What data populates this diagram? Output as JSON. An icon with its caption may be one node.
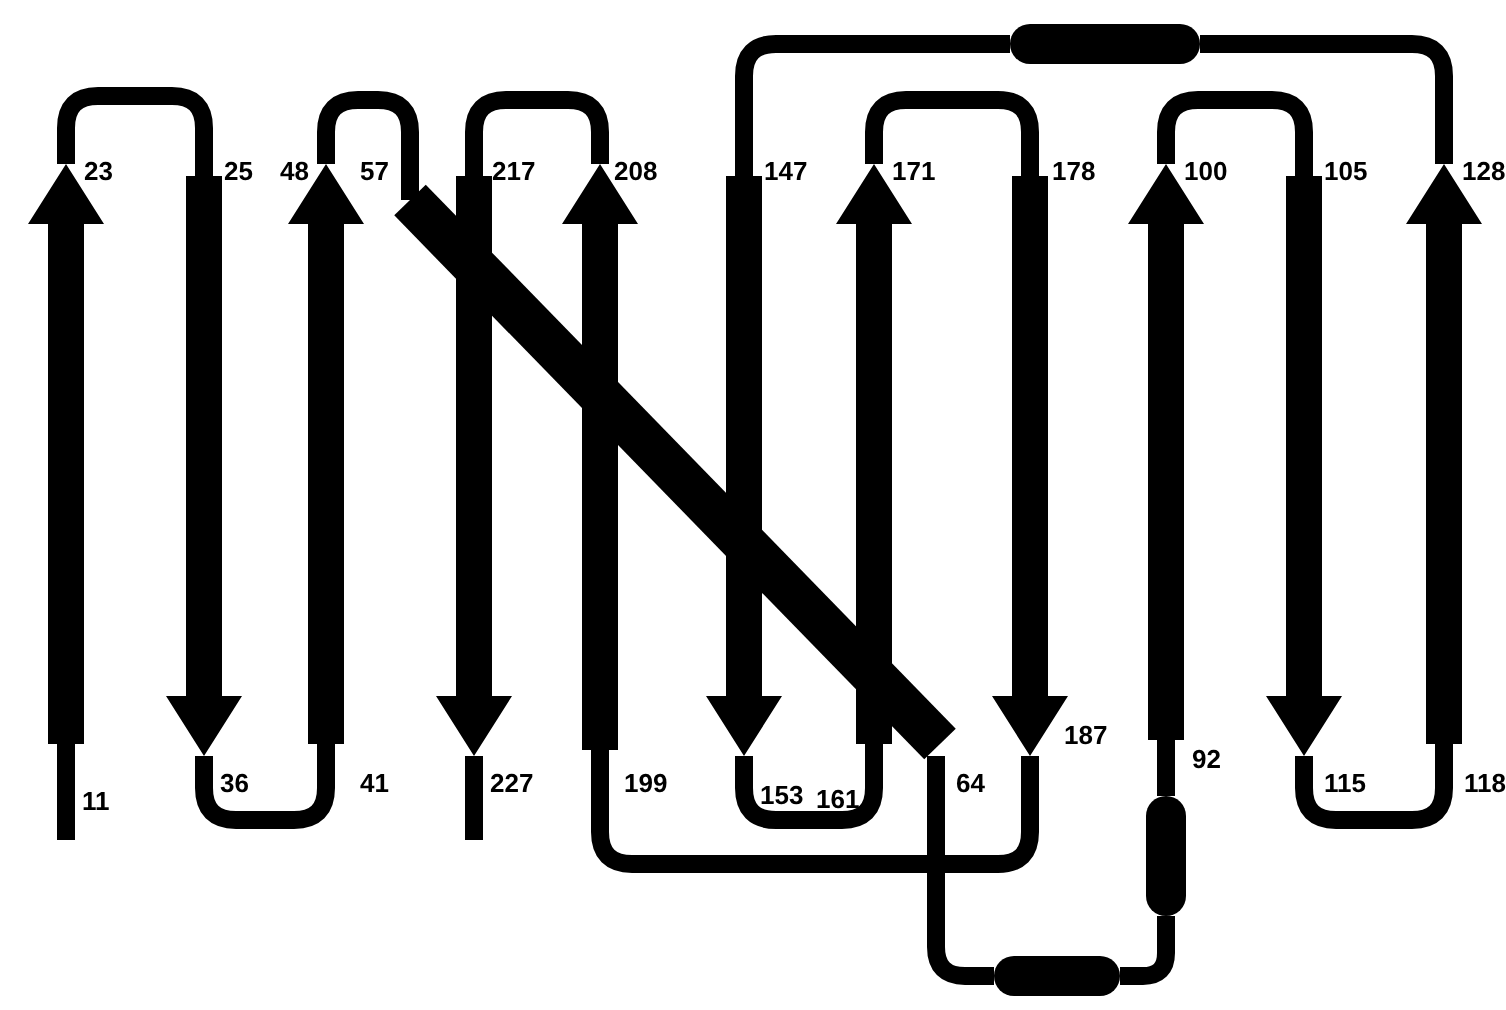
{
  "diagram": {
    "nodes": [
      {
        "text": [],
        "shape": "arrow",
        "beside": [
          "23",
          "11"
        ]
      },
      {
        "text": [],
        "shape": "arrow",
        "beside": [
          "25",
          "36"
        ]
      },
      {
        "text": [],
        "shape": "arrow",
        "beside": [
          "48",
          "41"
        ]
      },
      {
        "text": [],
        "shape": "bar",
        "beside": [
          "57",
          "64"
        ]
      },
      {
        "text": [],
        "shape": "arrow",
        "beside": [
          "217",
          "227"
        ]
      },
      {
        "text": [],
        "shape": "arrow",
        "beside": [
          "208",
          "199"
        ]
      },
      {
        "text": [],
        "shape": "arrow",
        "beside": [
          "147",
          "153"
        ]
      },
      {
        "text": [],
        "shape": "arrow",
        "beside": [
          "171",
          "161"
        ]
      },
      {
        "text": [],
        "shape": "arrow",
        "beside": [
          "178",
          "187"
        ]
      },
      {
        "text": [],
        "shape": "arrow",
        "beside": [
          "100",
          "92"
        ]
      },
      {
        "text": [],
        "shape": "arrow",
        "beside": [
          "105",
          "115"
        ]
      },
      {
        "text": [],
        "shape": "arrow",
        "beside": [
          "128",
          "118"
        ]
      },
      {
        "text": [],
        "shape": "cylinder"
      },
      {
        "text": [],
        "shape": "cylinder"
      },
      {
        "text": [],
        "shape": "cylinder"
      }
    ],
    "edges": [
      {
        "from": null,
        "to": 0,
        "arrow": "none"
      },
      {
        "from": 0,
        "to": 1,
        "arrow": "none"
      },
      {
        "from": 1,
        "to": 2,
        "arrow": "none"
      },
      {
        "from": 2,
        "to": 3,
        "arrow": "none"
      },
      {
        "from": 3,
        "to": 13,
        "arrow": "none"
      },
      {
        "from": 13,
        "to": 14,
        "arrow": "none"
      },
      {
        "from": 14,
        "to": 9,
        "arrow": "none"
      },
      {
        "from": 9,
        "to": 10,
        "arrow": "none"
      },
      {
        "from": 10,
        "to": 11,
        "arrow": "none"
      },
      {
        "from": 11,
        "to": 12,
        "arrow": "none"
      },
      {
        "from": 12,
        "to": 6,
        "arrow": "none"
      },
      {
        "from": 6,
        "to": 7,
        "arrow": "none"
      },
      {
        "from": 7,
        "to": 8,
        "arrow": "none"
      },
      {
        "from": 8,
        "to": 5,
        "arrow": "none"
      },
      {
        "from": 5,
        "to": 4,
        "arrow": "none"
      },
      {
        "from": 4,
        "to": null,
        "arrow": "none"
      }
    ]
  }
}
